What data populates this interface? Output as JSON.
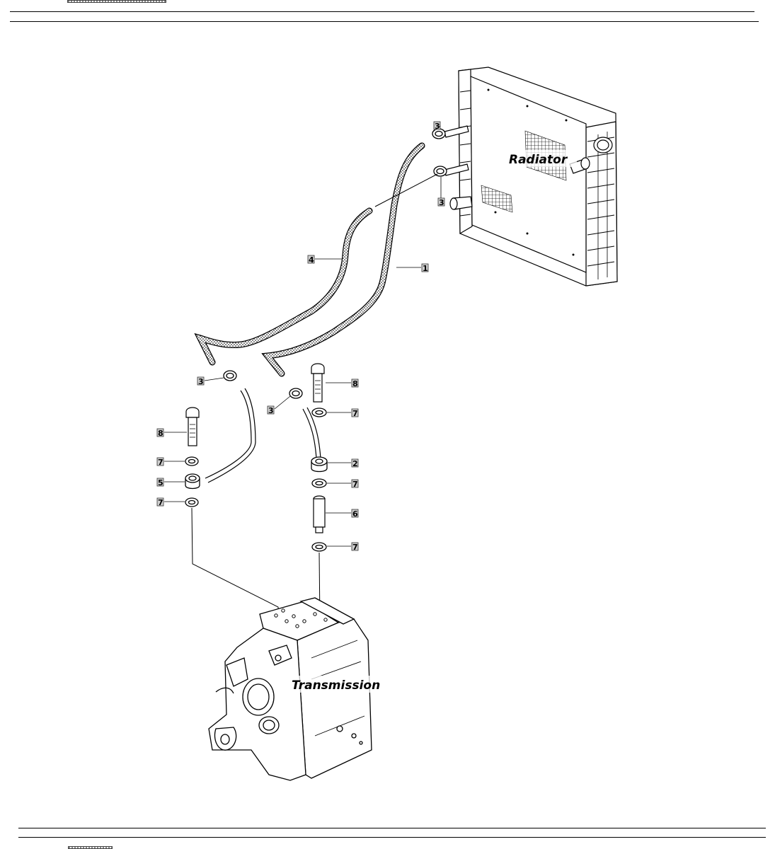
{
  "labels": {
    "radiator": "Radiator",
    "transmission": "Transmission"
  },
  "callouts": {
    "c_clamp_top": "3",
    "c_clamp_mid": "3",
    "c_hose4": "4",
    "c_hose1": "1",
    "c_clamp_left": "3",
    "c_clamp_right": "3",
    "c_bolt_right": "8",
    "c_washer_r1": "7",
    "c_fitting_r": "2",
    "c_washer_r2": "7",
    "c_adapter": "6",
    "c_washer_r3": "7",
    "c_bolt_left": "8",
    "c_washer_l1": "7",
    "c_fitting_l": "5",
    "c_washer_l2": "7"
  }
}
